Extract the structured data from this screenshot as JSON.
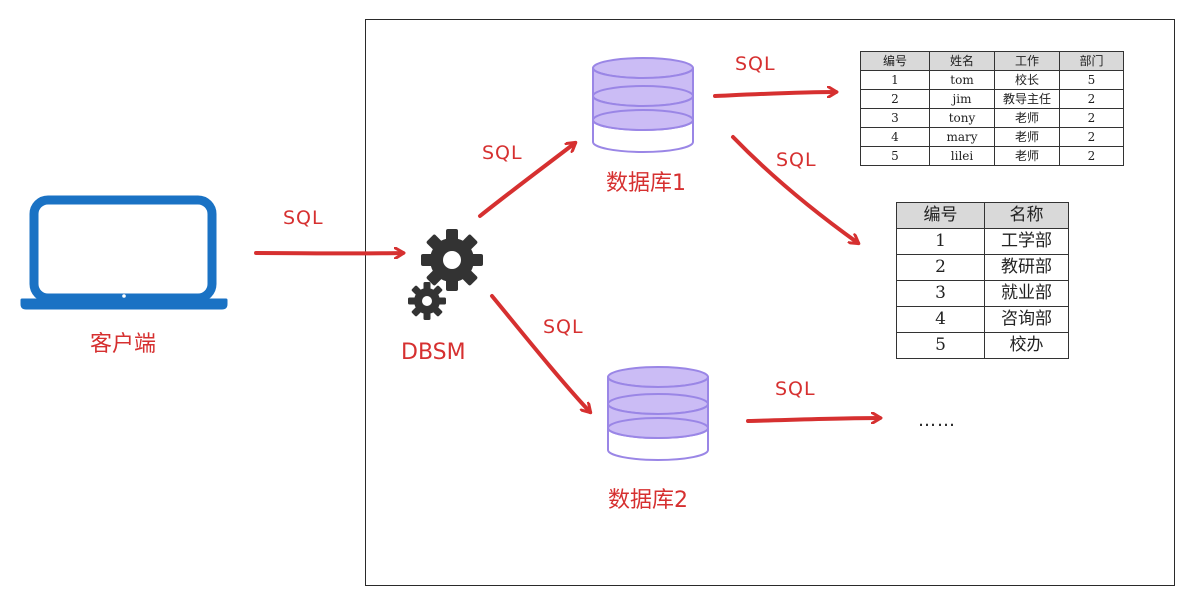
{
  "colors": {
    "arrow": "#d63030",
    "laptop": "#1a72c4",
    "db_fill": "#cbbcf5",
    "db_stroke": "#9a86e6",
    "gear": "#333333"
  },
  "labels": {
    "client": "客户端",
    "dbms": "DBSM",
    "db1": "数据库1",
    "db2": "数据库2",
    "sql": "SQL",
    "ellipsis": "……"
  },
  "icons": {
    "client": "laptop-icon",
    "dbms": "gears-icon",
    "database": "database-icon"
  },
  "table1": {
    "headers": [
      "编号",
      "姓名",
      "工作",
      "部门"
    ],
    "rows": [
      [
        "1",
        "tom",
        "校长",
        "5"
      ],
      [
        "2",
        "jim",
        "教导主任",
        "2"
      ],
      [
        "3",
        "tony",
        "老师",
        "2"
      ],
      [
        "4",
        "mary",
        "老师",
        "2"
      ],
      [
        "5",
        "lilei",
        "老师",
        "2"
      ]
    ]
  },
  "table2": {
    "headers": [
      "编号",
      "名称"
    ],
    "rows": [
      [
        "1",
        "工学部"
      ],
      [
        "2",
        "教研部"
      ],
      [
        "3",
        "就业部"
      ],
      [
        "4",
        "咨询部"
      ],
      [
        "5",
        "校办"
      ]
    ]
  }
}
